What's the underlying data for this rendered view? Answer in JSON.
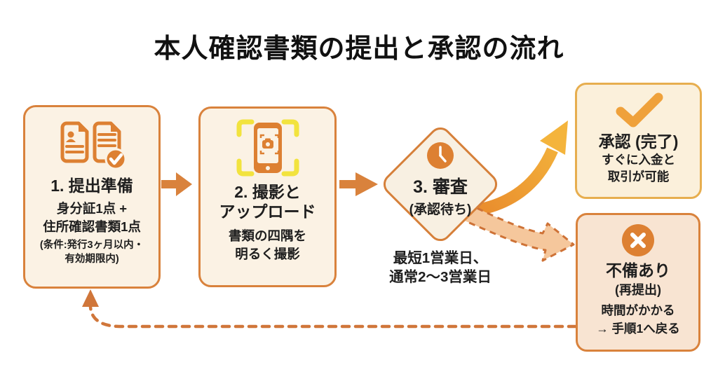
{
  "title": "本人確認書類の提出と承認の流れ",
  "colors": {
    "orange": "#D9823C",
    "orange_dark": "#CE7236",
    "arrow_gradient_start": "#E8872B",
    "arrow_gradient_end": "#F4B83E",
    "gold": "#EFA13B",
    "gold_border": "#E7AE4F",
    "bracket_yellow": "#F2E33E",
    "cream": "#FBF2E4",
    "cream_gold": "#FBF0DB",
    "peach": "#F8E4D2",
    "dashed_arrow_fill": "#F5C79C",
    "text": "#1e1e1e"
  },
  "steps": {
    "step1": {
      "icon": "documents-check-icon",
      "title": "1. 提出準備",
      "line1": "身分証1点 +",
      "line2": "住所確認書類1点",
      "note1": "(条件:発行3ヶ月以内・",
      "note2": "有効期限内)"
    },
    "step2": {
      "icon": "phone-capture-icon",
      "title1": "2. 撮影と",
      "title2": "アップロード",
      "line1": "書類の四隅を",
      "line2": "明るく撮影"
    },
    "step3": {
      "icon": "clock-icon",
      "title": "3. 審査",
      "subtitle": "(承認待ち)",
      "caption1": "最短1営業日、",
      "caption2": "通常2〜3営業日"
    },
    "approved": {
      "icon": "check-icon",
      "title": "承認 (完了)",
      "line1": "すぐに入金と",
      "line2": "取引が可能"
    },
    "rejected": {
      "icon": "x-circle-icon",
      "title": "不備あり",
      "subtitle": "(再提出)",
      "line1": "時間がかかる",
      "line2": "→ 手順1へ戻る"
    }
  }
}
